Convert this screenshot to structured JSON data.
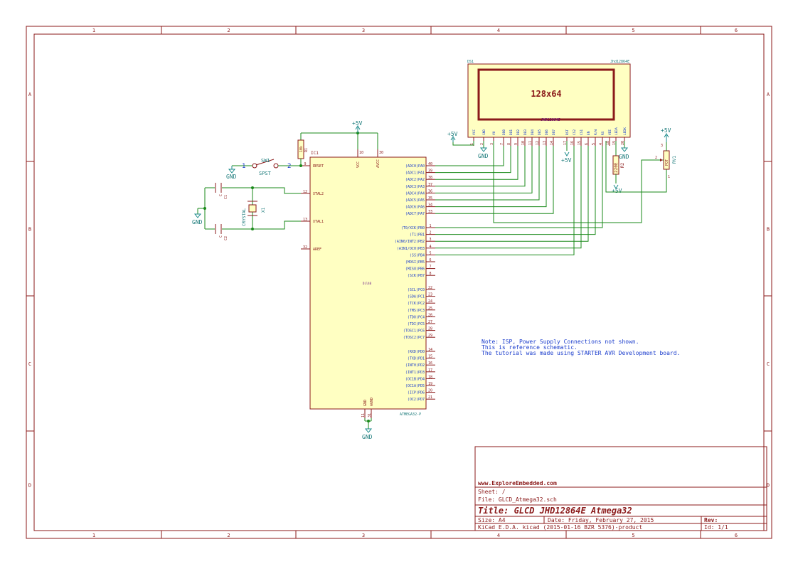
{
  "frame": {
    "col_labels": [
      "1",
      "2",
      "3",
      "4",
      "5",
      "6"
    ],
    "row_labels": [
      "A",
      "B",
      "C",
      "D"
    ]
  },
  "mcu": {
    "ref": "IC1",
    "value": "ATMEGA32-P",
    "footprint": "Dil40",
    "left_pins": [
      {
        "num": "9",
        "name": "RESET"
      },
      {
        "num": "12",
        "name": "XTAL2"
      },
      {
        "num": "13",
        "name": "XTAL1"
      },
      {
        "num": "32",
        "name": "AREF"
      }
    ],
    "top_pins": [
      {
        "num": "10",
        "name": "VCC"
      },
      {
        "num": "30",
        "name": "AVCC"
      }
    ],
    "bottom_pins": [
      {
        "num": "11",
        "name": "GND"
      },
      {
        "num": "31",
        "name": "AGND"
      }
    ],
    "right_pins": [
      {
        "num": "40",
        "name": "(ADC0)PA0"
      },
      {
        "num": "39",
        "name": "(ADC1)PA1"
      },
      {
        "num": "38",
        "name": "(ADC2)PA2"
      },
      {
        "num": "37",
        "name": "(ADC3)PA3"
      },
      {
        "num": "36",
        "name": "(ADC4)PA4"
      },
      {
        "num": "35",
        "name": "(ADC5)PA5"
      },
      {
        "num": "34",
        "name": "(ADC6)PA6"
      },
      {
        "num": "33",
        "name": "(ADC7)PA7"
      },
      {
        "num": "1",
        "name": "(T0/XCK)PB0"
      },
      {
        "num": "2",
        "name": "(T1)PB1"
      },
      {
        "num": "3",
        "name": "(AIN0/INT2)PB2"
      },
      {
        "num": "4",
        "name": "(AIN1/OC0)PB3"
      },
      {
        "num": "5",
        "name": "(SS)PB4"
      },
      {
        "num": "6",
        "name": "(MOSI)PB5"
      },
      {
        "num": "7",
        "name": "(MISO)PB6"
      },
      {
        "num": "8",
        "name": "(SCK)PB7"
      },
      {
        "num": "22",
        "name": "(SCL)PC0"
      },
      {
        "num": "23",
        "name": "(SDA)PC1"
      },
      {
        "num": "24",
        "name": "(TCK)PC2"
      },
      {
        "num": "25",
        "name": "(TMS)PC3"
      },
      {
        "num": "26",
        "name": "(TDO)PC4"
      },
      {
        "num": "27",
        "name": "(TDI)PC5"
      },
      {
        "num": "28",
        "name": "(TOSC1)PC6"
      },
      {
        "num": "29",
        "name": "(TOSC2)PC7"
      },
      {
        "num": "14",
        "name": "(RXD)PD0"
      },
      {
        "num": "15",
        "name": "(TXD)PD1"
      },
      {
        "num": "16",
        "name": "(INT0)PD2"
      },
      {
        "num": "17",
        "name": "(INT1)PD3"
      },
      {
        "num": "18",
        "name": "(OC1B)PD4"
      },
      {
        "num": "19",
        "name": "(OC1A)PD5"
      },
      {
        "num": "20",
        "name": "(ICP)PD6"
      },
      {
        "num": "21",
        "name": "(OC2)PD7"
      }
    ]
  },
  "lcd": {
    "ref": "DS1",
    "value": "Jhd12864E",
    "screen_text": "128x64",
    "screen_sub": "JHD12864E",
    "pins": [
      {
        "num": "1",
        "name": "VCC"
      },
      {
        "num": "2",
        "name": "GND"
      },
      {
        "num": "3",
        "name": "VO"
      },
      {
        "num": "7",
        "name": "DB0"
      },
      {
        "num": "8",
        "name": "DB1"
      },
      {
        "num": "9",
        "name": "DB2"
      },
      {
        "num": "10",
        "name": "DB3"
      },
      {
        "num": "11",
        "name": "DB4"
      },
      {
        "num": "12",
        "name": "DB5"
      },
      {
        "num": "13",
        "name": "DB6"
      },
      {
        "num": "14",
        "name": "DB7"
      },
      {
        "num": "17",
        "name": "RST"
      },
      {
        "num": "16",
        "name": "CS2"
      },
      {
        "num": "15",
        "name": "CS1"
      },
      {
        "num": "6",
        "name": "EN"
      },
      {
        "num": "5",
        "name": "R/W"
      },
      {
        "num": "4",
        "name": "RS"
      },
      {
        "num": "18",
        "name": "VEE"
      },
      {
        "num": "19",
        "name": "LEDA"
      },
      {
        "num": "20",
        "name": "LEDK"
      }
    ]
  },
  "parts": {
    "r1_ref": "R1",
    "r1_value": "10k",
    "r2_ref": "R2",
    "r2_value": "220E",
    "rv1_ref": "RV1",
    "rv1_value": "POT",
    "sw1_ref": "SW1",
    "sw1_value": "SPST",
    "sw1_pin1": "1",
    "sw1_pin2": "2",
    "c1_ref": "C1",
    "c1_value": "C",
    "c2_ref": "C2",
    "c2_value": "C",
    "x1_ref": "X1",
    "x1_value": "CRYSTAL",
    "pot_pin1": "1",
    "pot_pin2": "2",
    "pot_pin3": "3"
  },
  "power": {
    "plus5v": "+5V",
    "gnd": "GND"
  },
  "note": {
    "line1": "Note: ISP, Power Supply Connections not shown.",
    "line2": "This is reference schematic.",
    "line3": "The tutorial was made using STARTER AVR Development board."
  },
  "title_block": {
    "company": "www.ExploreEmbedded.com",
    "sheet": "Sheet: /",
    "file": "File: GLCD_Atmega32.sch",
    "title": "Title: GLCD JHD12864E Atmega32",
    "size": "Size: A4",
    "date": "Date: Friday, February 27, 2015",
    "rev": "Rev:",
    "tool": "KiCad E.D.A.  kicad (2015-01-16 BZR 5376)-product",
    "id": "Id: 1/1"
  }
}
